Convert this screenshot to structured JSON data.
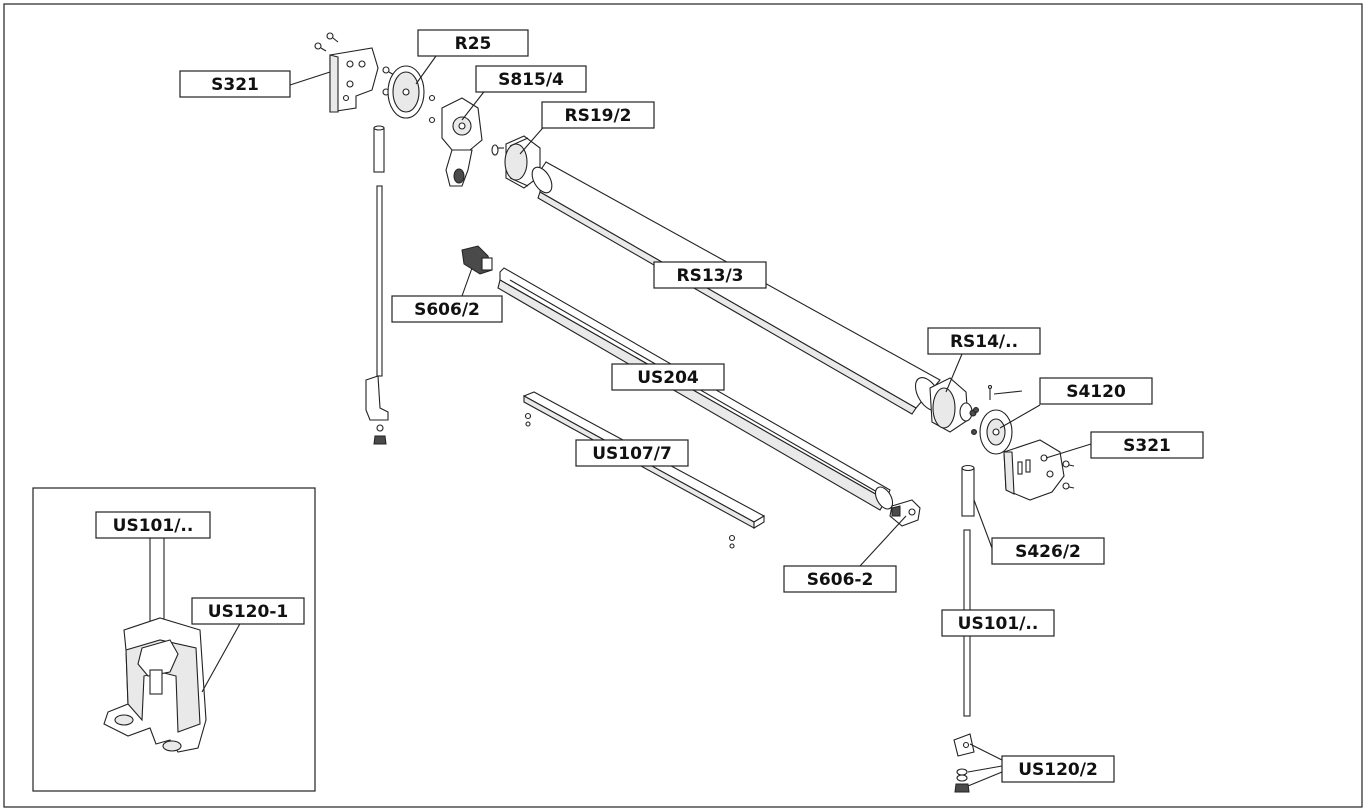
{
  "diagram": {
    "colors": {
      "line": "#222222",
      "fill": "#ffffff",
      "shade": "#e9e9e9",
      "dark": "#4a4a4a"
    },
    "labels": {
      "s321_top": "S321",
      "r25": "R25",
      "s815": "S815/4",
      "rs19": "RS19/2",
      "rs13": "RS13/3",
      "s606_2_top": "S606/2",
      "us204": "US204",
      "us107": "US107/7",
      "rs14": "RS14/..",
      "s4120": "S4120",
      "s321_right": "S321",
      "s426": "S426/2",
      "s606_2_bottom": "S606-2",
      "us101_right": "US101/..",
      "us120_2": "US120/2",
      "inset_us101": "US101/..",
      "inset_us120": "US120-1"
    }
  }
}
